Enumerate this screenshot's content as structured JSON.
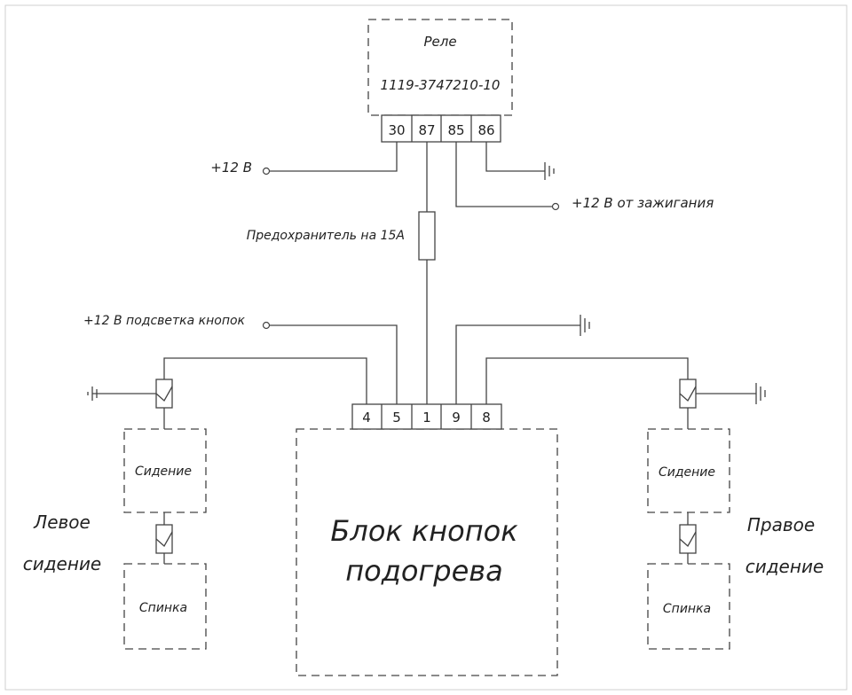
{
  "relay": {
    "label": "Реле",
    "part_number": "1119-3747210-10",
    "pins": [
      "30",
      "87",
      "85",
      "86"
    ]
  },
  "labels": {
    "plus12": "+12 В",
    "plus12_ignition": "+12 В от зажигания",
    "fuse": "Предохранитель на 15А",
    "plus12_backlight": "+12 В подсветка кнопок",
    "left_side": [
      "Левое",
      "сидение"
    ],
    "right_side": [
      "Правое",
      "сидение"
    ]
  },
  "block": {
    "title": [
      "Блок кнопок",
      "подогрева"
    ],
    "pins": [
      "4",
      "5",
      "1",
      "9",
      "8"
    ]
  },
  "left_group": {
    "seat": "Сидение",
    "back": "Спинка"
  },
  "right_group": {
    "seat": "Сидение",
    "back": "Спинка"
  }
}
